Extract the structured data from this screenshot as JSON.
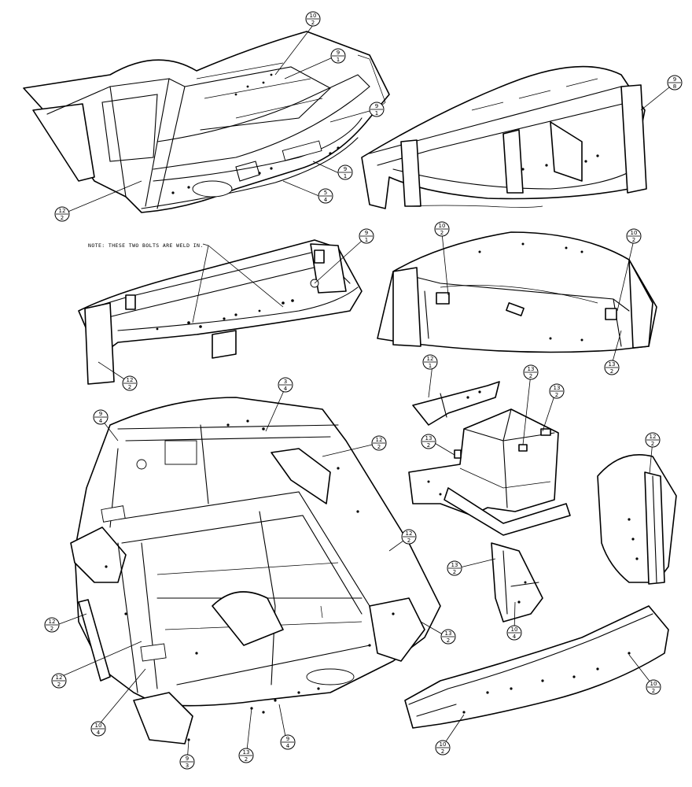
{
  "note": "NOTE: THESE TWO BOLTS ARE WELD IN.",
  "callouts": [
    {
      "id": "c1",
      "top": "10",
      "bottom": "2"
    },
    {
      "id": "c2",
      "top": "9",
      "bottom": "1"
    },
    {
      "id": "c3",
      "top": "9",
      "bottom": "1"
    },
    {
      "id": "c4",
      "top": "9",
      "bottom": "1"
    },
    {
      "id": "c5",
      "top": "5",
      "bottom": "4"
    },
    {
      "id": "c6",
      "top": "12",
      "bottom": "2"
    },
    {
      "id": "c7",
      "top": "9",
      "bottom": "8"
    },
    {
      "id": "c8",
      "top": "9",
      "bottom": "1"
    },
    {
      "id": "c9",
      "top": "12",
      "bottom": "2"
    },
    {
      "id": "c10",
      "top": "10",
      "bottom": "2"
    },
    {
      "id": "c11",
      "top": "10",
      "bottom": "2"
    },
    {
      "id": "c12",
      "top": "13",
      "bottom": "2"
    },
    {
      "id": "c13",
      "top": "12",
      "bottom": "1"
    },
    {
      "id": "c14",
      "top": "13",
      "bottom": "2"
    },
    {
      "id": "c15",
      "top": "13",
      "bottom": "2"
    },
    {
      "id": "c16",
      "top": "13",
      "bottom": "2"
    },
    {
      "id": "c17",
      "top": "12",
      "bottom": "2"
    },
    {
      "id": "c18",
      "top": "3",
      "bottom": "4"
    },
    {
      "id": "c19",
      "top": "9",
      "bottom": "4"
    },
    {
      "id": "c20",
      "top": "12",
      "bottom": "2"
    },
    {
      "id": "c21",
      "top": "12",
      "bottom": "2"
    },
    {
      "id": "c22",
      "top": "12",
      "bottom": "2"
    },
    {
      "id": "c23",
      "top": "12",
      "bottom": "2"
    },
    {
      "id": "c24",
      "top": "10",
      "bottom": "4"
    },
    {
      "id": "c25",
      "top": "13",
      "bottom": "2"
    },
    {
      "id": "c26",
      "top": "13",
      "bottom": "2"
    },
    {
      "id": "c27",
      "top": "10",
      "bottom": "4"
    },
    {
      "id": "c28",
      "top": "10",
      "bottom": "2"
    },
    {
      "id": "c29",
      "top": "10",
      "bottom": "2"
    },
    {
      "id": "c30",
      "top": "9",
      "bottom": "3"
    },
    {
      "id": "c31",
      "top": "13",
      "bottom": "2"
    },
    {
      "id": "c32",
      "top": "9",
      "bottom": "4"
    }
  ]
}
